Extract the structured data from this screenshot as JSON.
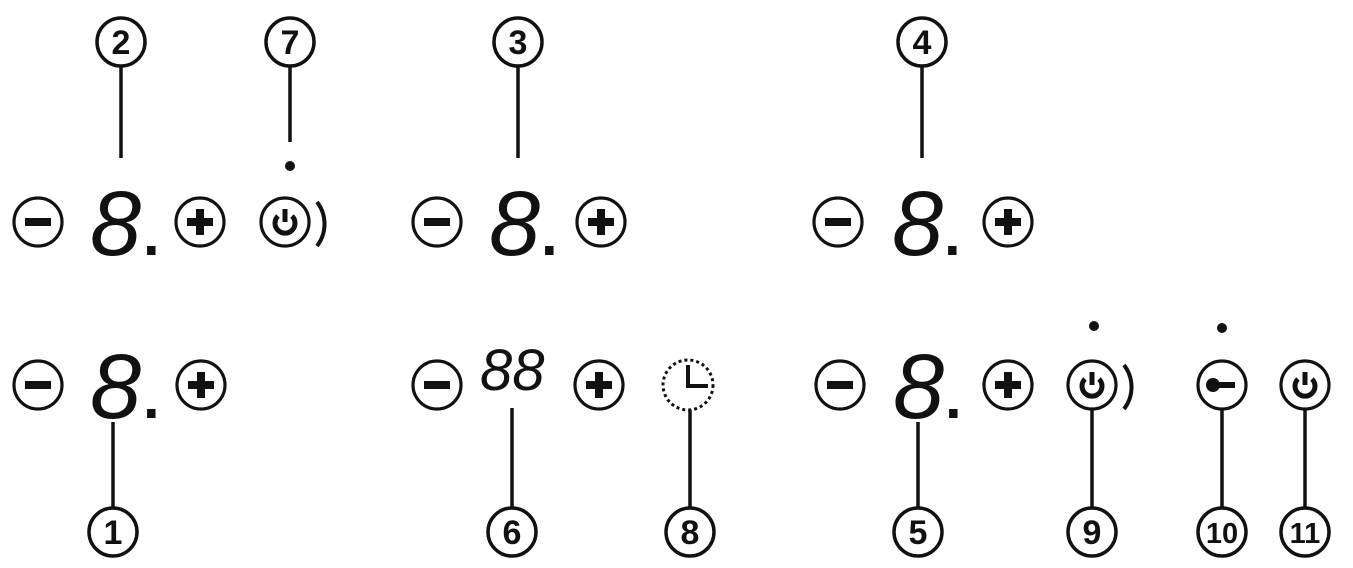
{
  "callouts": {
    "c1": "1",
    "c2": "2",
    "c3": "3",
    "c4": "4",
    "c5": "5",
    "c6": "6",
    "c7": "7",
    "c8": "8",
    "c9": "9",
    "c10": "10",
    "c11": "11"
  },
  "displays": {
    "zone2": "8",
    "zone3": "8",
    "zone4": "8",
    "zone1": "8",
    "zone5": "8",
    "timer": "88"
  },
  "colors": {
    "ink": "#111111",
    "background": "#ffffff"
  },
  "icons": [
    "minus-icon",
    "plus-icon",
    "power-icon",
    "timer-icon",
    "key-lock-icon",
    "bridge-power-icon"
  ]
}
